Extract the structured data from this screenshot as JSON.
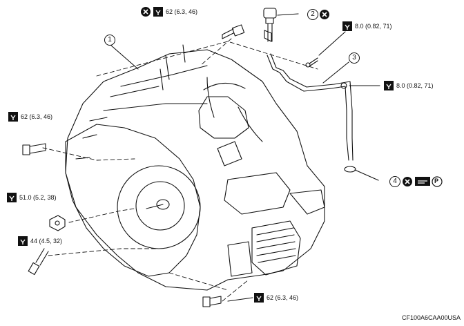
{
  "callouts": {
    "n1": "1",
    "n2": "2",
    "n3": "3",
    "n4": "4"
  },
  "torques": {
    "top_bolt": "62 (6.3, 46)",
    "bracket_bolt": "8.0 (0.82, 71)",
    "tube_bolt": "8.0 (0.82, 71)",
    "left_bolt": "62 (6.3, 46)",
    "nut": "51.0 (5.2, 38)",
    "lower_left_bolt": "44 (4.5, 32)",
    "bottom_bolt": "62 (6.3, 46)"
  },
  "symbols": {
    "petroleum_jelly": "P"
  },
  "figure_code": "CF100A6CAA00USA",
  "icons": [
    "torque-wrench-icon",
    "do-not-reuse-icon",
    "apply-fluid-icon",
    "petroleum-jelly-icon"
  ]
}
